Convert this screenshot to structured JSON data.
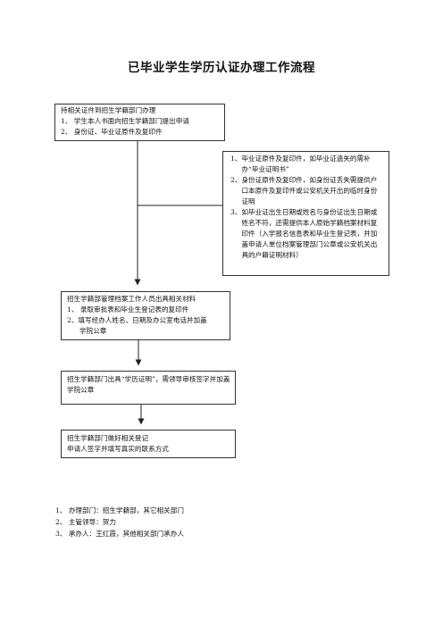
{
  "title": "已毕业学生学历认证办理工作流程",
  "box1": {
    "lines": [
      "持相关证件到招生学籍部门办理",
      "1、 学生本人书面向招生学籍部门提出申请",
      "2、 身份证、毕业证原件及复印件"
    ]
  },
  "box2": {
    "items": [
      {
        "num": "1、",
        "text": "毕业证原件及复印件，如毕业证遗失的需补办“毕业证明书”"
      },
      {
        "num": "2、",
        "text": "身份证原件及复印件，如身份证丢失需提供户口本原件及复印件或公安机关开出的临时身份证明"
      },
      {
        "num": "3、",
        "text": "如毕业证出生日期或姓名与身份证出生日期或姓名不符，还需提供本人原始学籍档案材料复印件（入学报名信息表和毕业生登记表，并加盖申请人单位档案管理部门公章或公安机关出具的户籍证明材料）"
      }
    ]
  },
  "box3": {
    "lines": [
      "招生学籍部管理档案工作人员出具相关材料",
      "1、 录取审批表和毕业生登记表的复印件",
      "2、填写经办人姓名、日期及办公室电话并加盖",
      "学院公章"
    ]
  },
  "box4": {
    "text": "招生学籍部门出具“学历证明”，需领导审核签字并加盖学院公章"
  },
  "box5": {
    "lines": [
      "招生学籍部门做好相关登记",
      "申请人签字并填写真实的联系方式"
    ]
  },
  "notes": [
    "1、 办理部门：招生学籍部，其它相关部门",
    "2、 主管领导：贺力",
    "3、 承办人：王红霞，其他相关部门承办人"
  ]
}
